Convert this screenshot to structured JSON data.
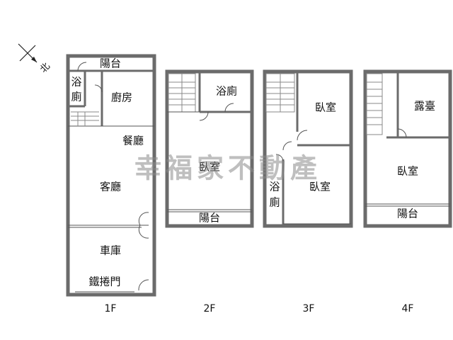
{
  "compass": {
    "label": "北",
    "icon": "north-arrow-icon"
  },
  "watermark": "幸福家不動產",
  "floors": [
    {
      "level": "1F",
      "rooms": {
        "balcony": "陽台",
        "bath_a": "浴",
        "bath_b": "廁",
        "kitchen": "廚房",
        "dining": "餐廳",
        "living": "客廳",
        "garage": "車庫",
        "rolling_door": "鐵捲門"
      }
    },
    {
      "level": "2F",
      "rooms": {
        "bathroom": "浴廁",
        "bedroom": "臥室",
        "balcony": "陽台"
      }
    },
    {
      "level": "3F",
      "rooms": {
        "bedroom_top": "臥室",
        "bath_a": "浴",
        "bath_b": "廁",
        "bedroom_bottom": "臥室"
      }
    },
    {
      "level": "4F",
      "rooms": {
        "terrace": "露臺",
        "bedroom": "臥室",
        "balcony": "陽台"
      }
    }
  ],
  "colors": {
    "wall": "#6b6b6b",
    "text": "#111111",
    "watermark": "#8a8a8a"
  }
}
